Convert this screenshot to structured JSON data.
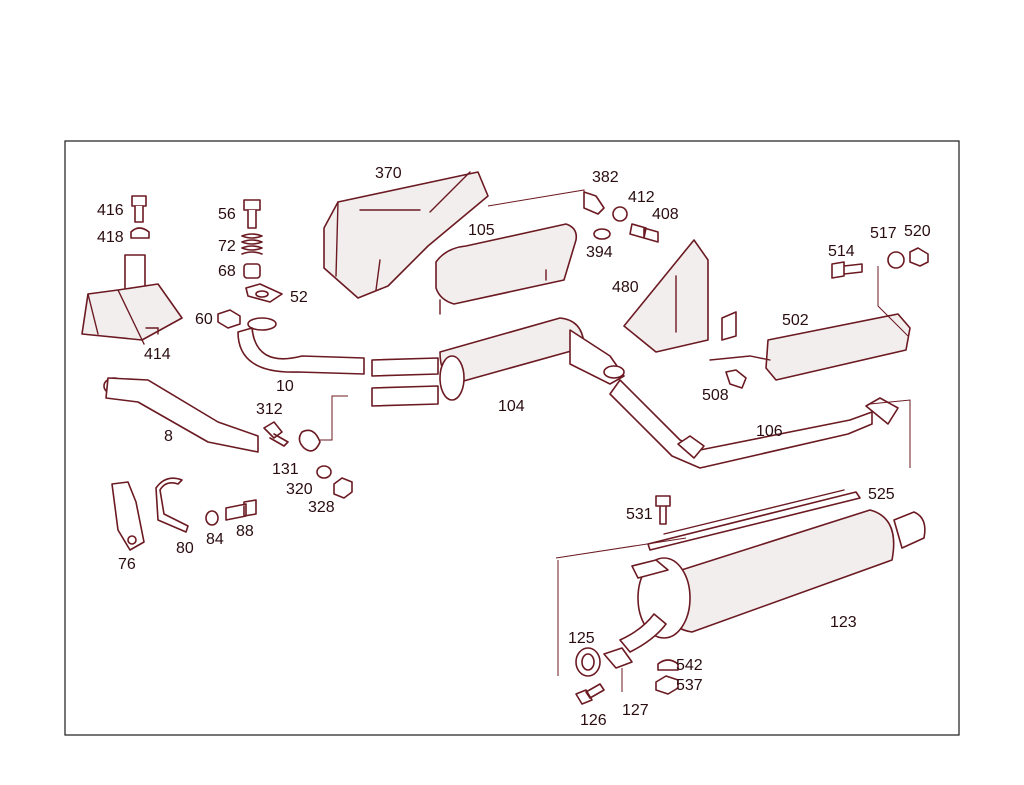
{
  "diagram": {
    "colors": {
      "stroke": "#6b1a22",
      "frame": "#1a1a1a",
      "background": "#ffffff"
    },
    "part_labels": {
      "p8": "8",
      "p10": "10",
      "p52": "52",
      "p56": "56",
      "p60": "60",
      "p68": "68",
      "p72": "72",
      "p76": "76",
      "p80": "80",
      "p84": "84",
      "p88": "88",
      "p104": "104",
      "p105": "105",
      "p106": "106",
      "p123": "123",
      "p125": "125",
      "p126": "126",
      "p127": "127",
      "p131": "131",
      "p312": "312",
      "p320": "320",
      "p328": "328",
      "p370": "370",
      "p382": "382",
      "p394": "394",
      "p408": "408",
      "p412": "412",
      "p414": "414",
      "p416": "416",
      "p418": "418",
      "p480": "480",
      "p502": "502",
      "p508": "508",
      "p514": "514",
      "p517": "517",
      "p520": "520",
      "p525": "525",
      "p531": "531",
      "p537": "537",
      "p542": "542"
    }
  }
}
